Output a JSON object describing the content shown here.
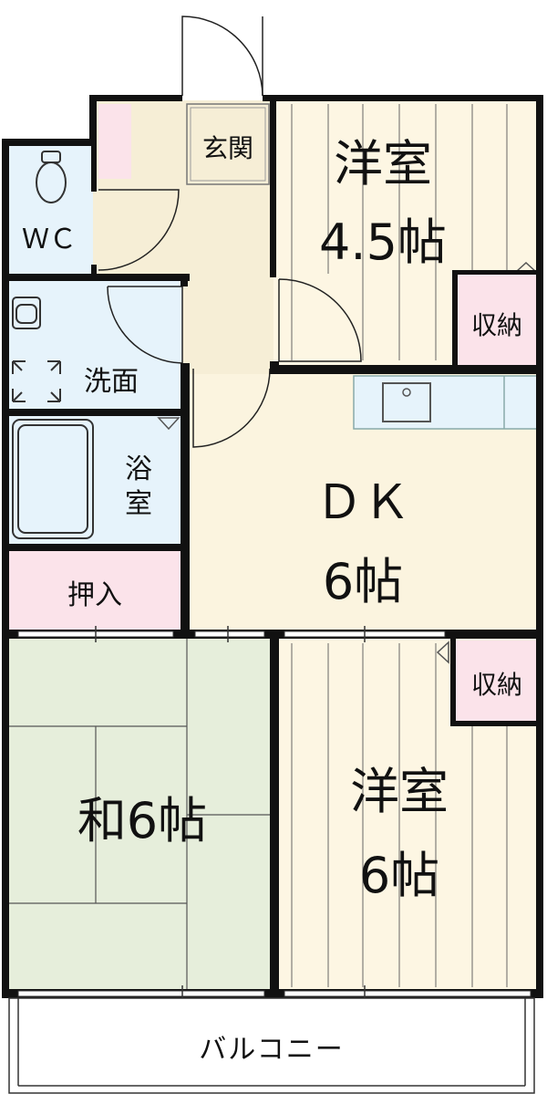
{
  "floor_plan": {
    "rooms": {
      "entrance": {
        "label": "玄関"
      },
      "western_room_1": {
        "name": "洋室",
        "size": "4.5帖"
      },
      "storage_1": {
        "label": "収納"
      },
      "wc": {
        "label": "ＷＣ"
      },
      "washroom": {
        "label": "洗面"
      },
      "bathroom": {
        "label_line1": "浴",
        "label_line2": "室"
      },
      "closet": {
        "label": "押入"
      },
      "dining_kitchen": {
        "name": "ＤＫ",
        "size": "6帖"
      },
      "storage_2": {
        "label": "収納"
      },
      "japanese_room": {
        "label": "和6帖"
      },
      "western_room_2": {
        "name": "洋室",
        "size": "6帖"
      },
      "balcony": {
        "label": "バルコニー"
      }
    },
    "colors": {
      "wall": "#111111",
      "wet_area": "#e6f3fb",
      "entrance_floor": "#f6eed6",
      "storage": "#fbe3ea",
      "dk_floor": "#fbf4df",
      "western_floor": "#fdf6e3",
      "tatami": "#e6eedb"
    }
  }
}
